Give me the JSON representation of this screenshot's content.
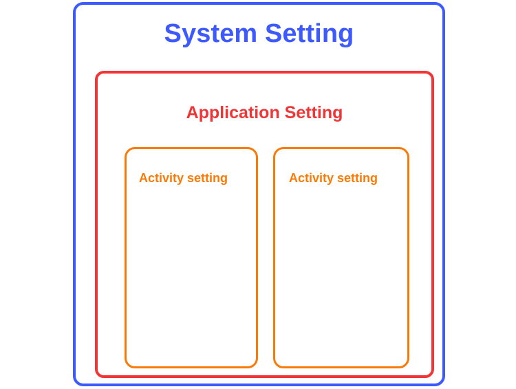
{
  "diagram": {
    "title": "System Setting",
    "type": "nested-containers",
    "colors": {
      "system": "#3d5afe",
      "application": "#ef3535",
      "activity": "#f97a06",
      "background": "#ffffff"
    },
    "system": {
      "label": "System Setting",
      "application": {
        "label": "Application Setting",
        "activities": [
          {
            "label": "Activity setting"
          },
          {
            "label": "Activity setting"
          }
        ]
      }
    }
  }
}
